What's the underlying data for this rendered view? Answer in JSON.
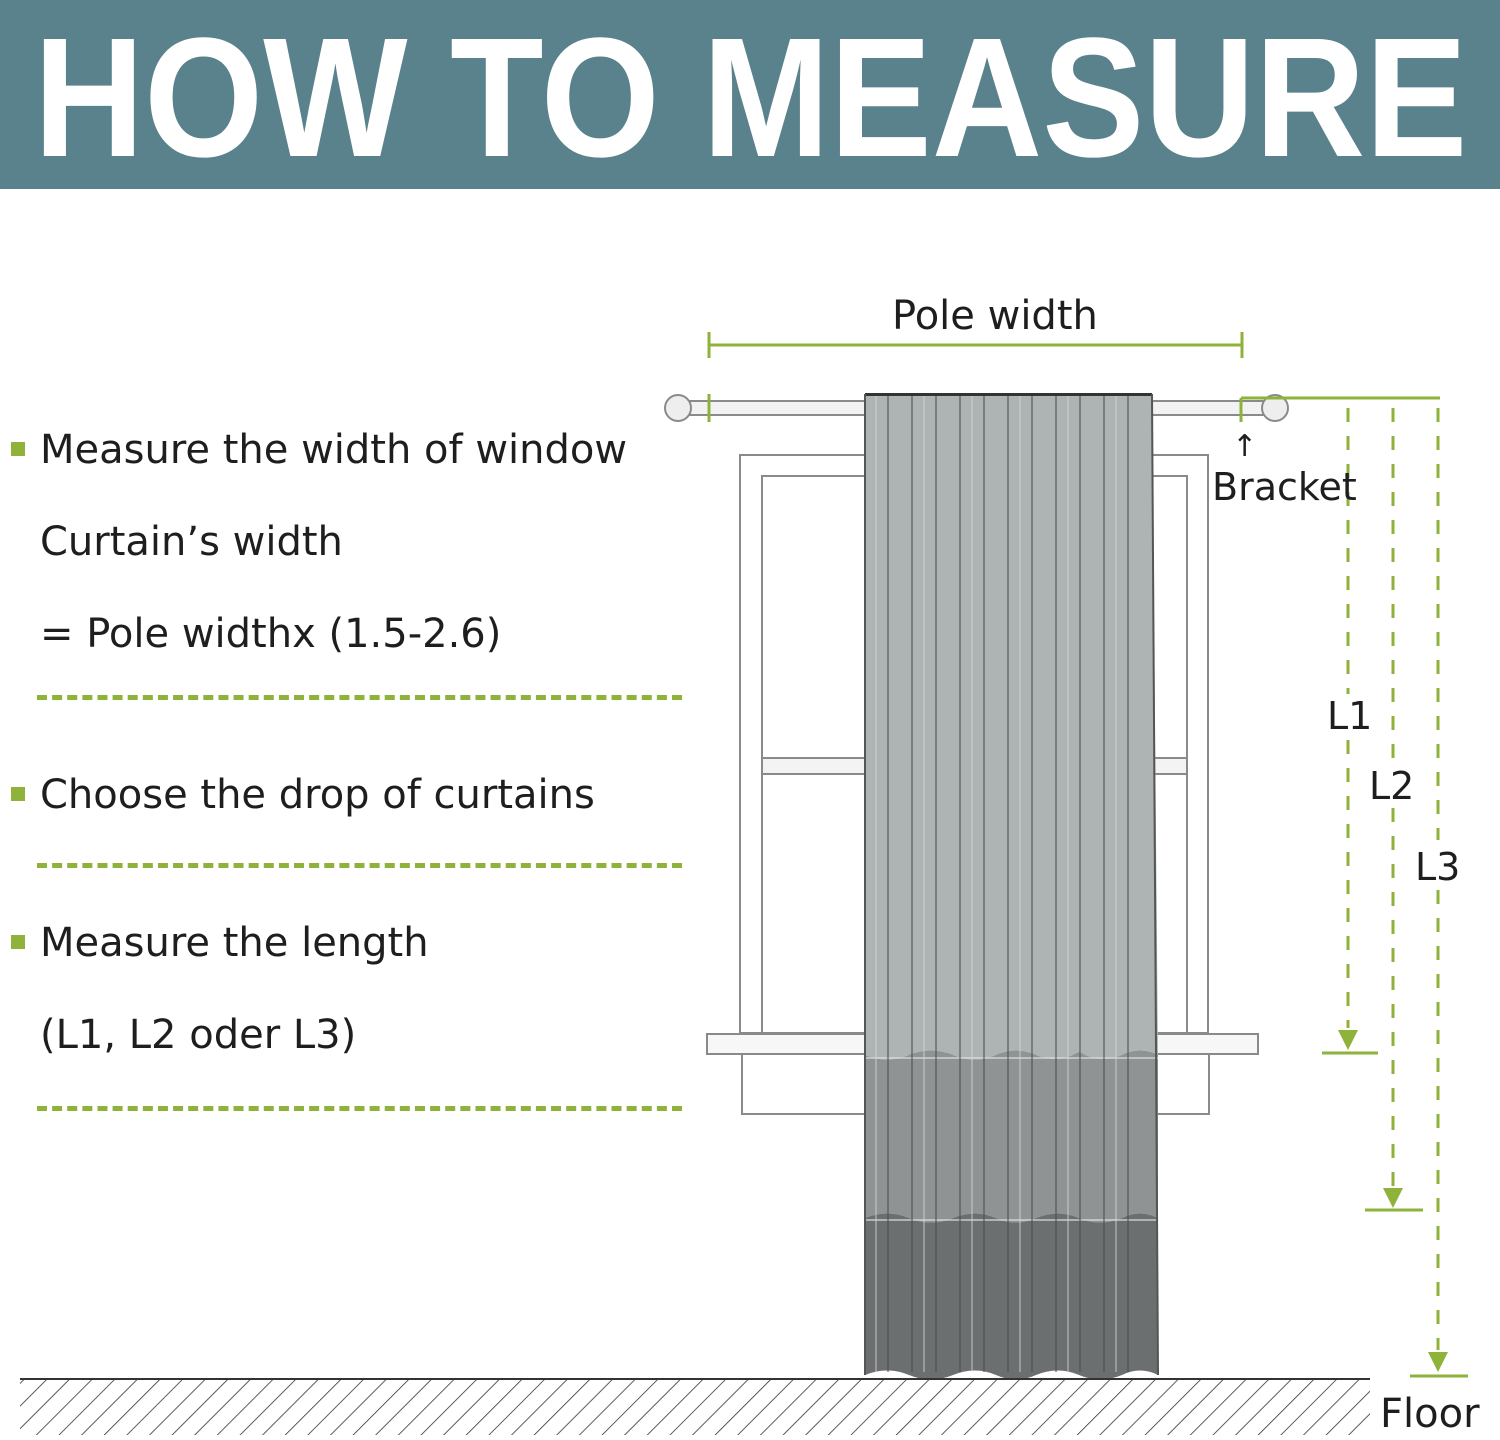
{
  "banner": {
    "title": "HOW TO MEASURE"
  },
  "instructions": {
    "step1": "Measure the width of window",
    "step1_line2": "Curtain’s width",
    "step1_line3": "= Pole widthx (1.5-2.6)",
    "step2": "Choose the drop of curtains",
    "step3": "Measure the length",
    "step3_line2": "(L1, L2 oder L3)"
  },
  "diagram": {
    "pole_width_label": "Pole width",
    "bracket_label": "Bracket",
    "bracket_arrow": "↑",
    "l1_label": "L1",
    "l2_label": "L2",
    "l3_label": "L3",
    "floor_label": "Floor"
  },
  "colors": {
    "banner": "#5a828d",
    "accent_green": "#8fb23a",
    "curtain_light": "#aeb3b4",
    "curtain_mid": "#8f9394",
    "curtain_dark": "#6c6f70"
  }
}
